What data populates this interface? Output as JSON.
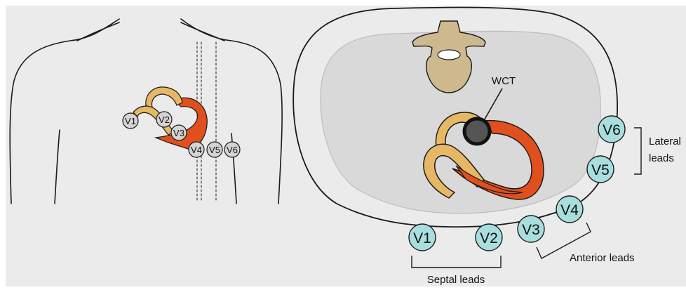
{
  "colors": {
    "background": "#ebebeb",
    "thorax_fill": "#d9d9d9",
    "outline": "#1a1a1a",
    "heart_red": "#e0501f",
    "heart_gold": "#e6b866",
    "vertebra": "#cdb98d",
    "electrode_small": "#d4d4d4",
    "electrode_big": "#a9dede",
    "wct_fill": "#555555"
  },
  "chest_electrodes": [
    {
      "id": "v1",
      "label": "V1"
    },
    {
      "id": "v2",
      "label": "V2"
    },
    {
      "id": "v3",
      "label": "V3"
    },
    {
      "id": "v4",
      "label": "V4"
    },
    {
      "id": "v5",
      "label": "V5"
    },
    {
      "id": "v6",
      "label": "V6"
    }
  ],
  "cross_section_electrodes": [
    {
      "id": "v1",
      "label": "V1"
    },
    {
      "id": "v2",
      "label": "V2"
    },
    {
      "id": "v3",
      "label": "V3"
    },
    {
      "id": "v4",
      "label": "V4"
    },
    {
      "id": "v5",
      "label": "V5"
    },
    {
      "id": "v6",
      "label": "V6"
    }
  ],
  "wct_label": "WCT",
  "groups": {
    "lateral": [
      "Lateral",
      "leads"
    ],
    "anterior": "Anterior leads",
    "septal": "Septal leads"
  }
}
